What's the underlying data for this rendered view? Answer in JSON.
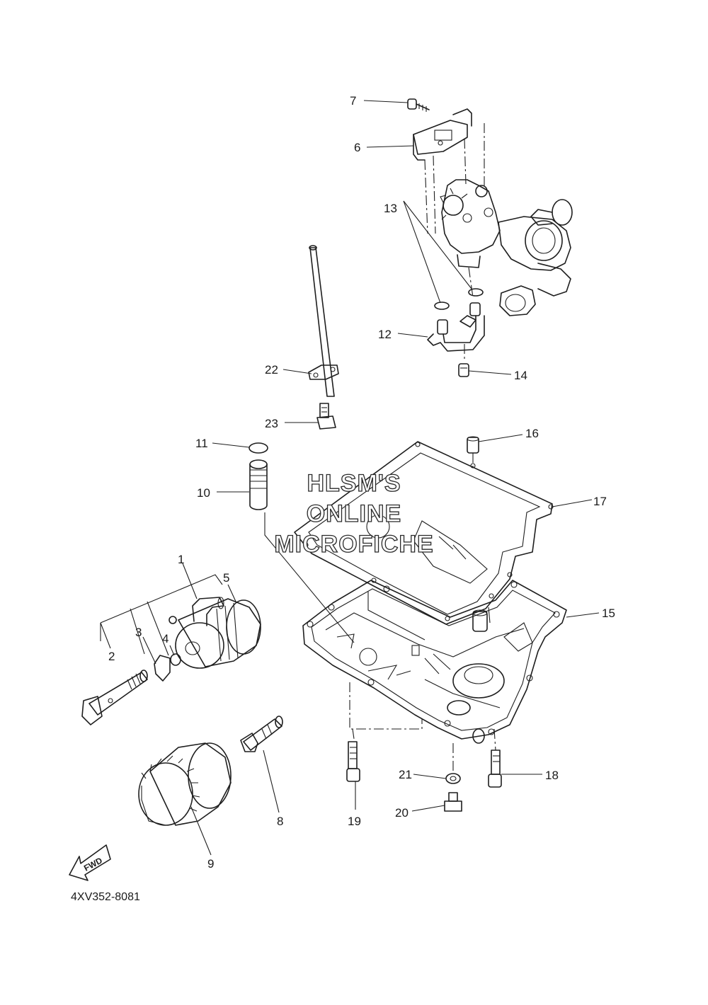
{
  "diagram_code": "4XV352-8081",
  "watermark": [
    "HLSM'S",
    "ONLINE",
    "MICROFICHE"
  ],
  "fwd_label": "FWD",
  "callouts": [
    "1",
    "2",
    "3",
    "4",
    "5",
    "6",
    "7",
    "8",
    "9",
    "10",
    "11",
    "12",
    "13",
    "14",
    "15",
    "16",
    "17",
    "18",
    "19",
    "20",
    "21",
    "22",
    "23"
  ]
}
